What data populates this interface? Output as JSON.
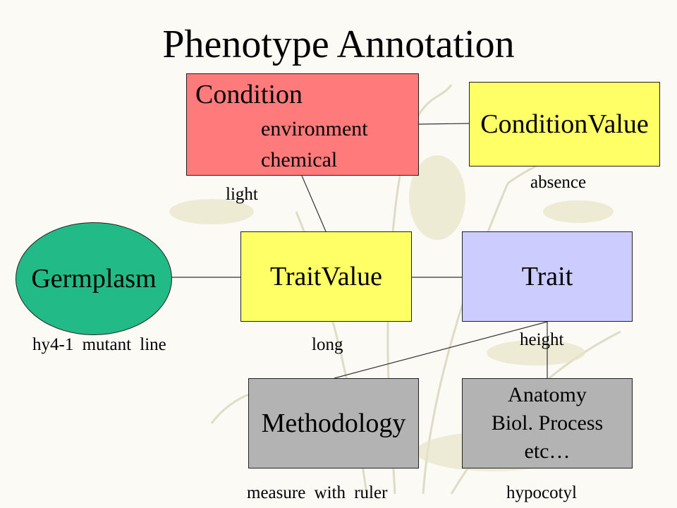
{
  "title": "Phenotype Annotation",
  "nodes": {
    "condition": {
      "title": "Condition",
      "lines": [
        "environment",
        "chemical"
      ]
    },
    "condition_value": "ConditionValue",
    "germplasm": "Germplasm",
    "trait_value": "TraitValue",
    "trait": "Trait",
    "methodology": "Methodology",
    "anatomy": [
      "Anatomy",
      "Biol. Process",
      "etc…"
    ]
  },
  "examples": {
    "light": "light",
    "absence": "absence",
    "hy4_1": "hy4-1 mutant line",
    "long": "long",
    "height": "height",
    "measure": "measure with ruler",
    "hypocotyl": "hypocotyl"
  },
  "colors": {
    "condition": "#ff7b7b",
    "condition_value": "#ffff66",
    "germplasm": "#22bb88",
    "trait_value": "#ffff66",
    "trait": "#ccccff",
    "methodology": "#b3b3b3",
    "anatomy": "#b3b3b3"
  }
}
